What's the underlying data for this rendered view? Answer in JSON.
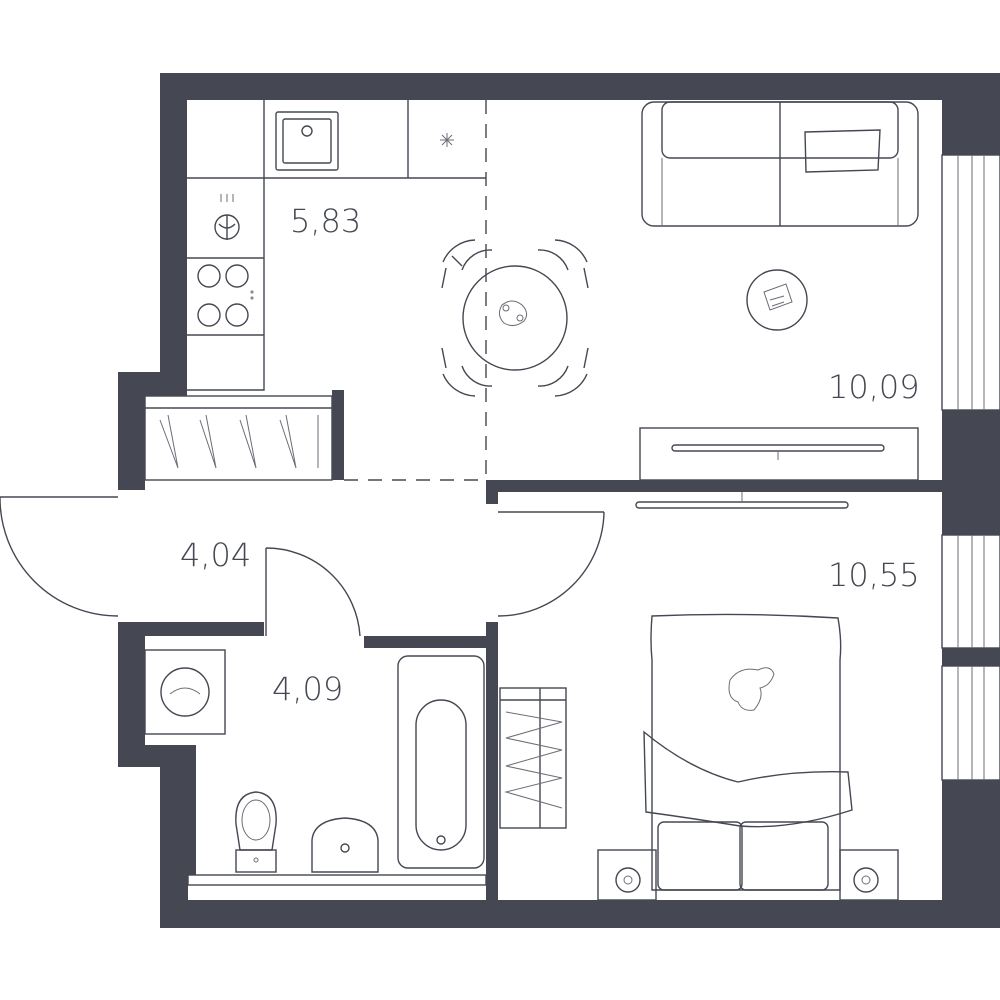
{
  "rooms": {
    "kitchen": {
      "area": "5,83"
    },
    "living": {
      "area": "10,09"
    },
    "bedroom": {
      "area": "10,55"
    },
    "hall": {
      "area": "4,04"
    },
    "bathroom": {
      "area": "4,09"
    }
  },
  "colors": {
    "wall": "#454852",
    "line": "#454852",
    "background": "#ffffff"
  }
}
